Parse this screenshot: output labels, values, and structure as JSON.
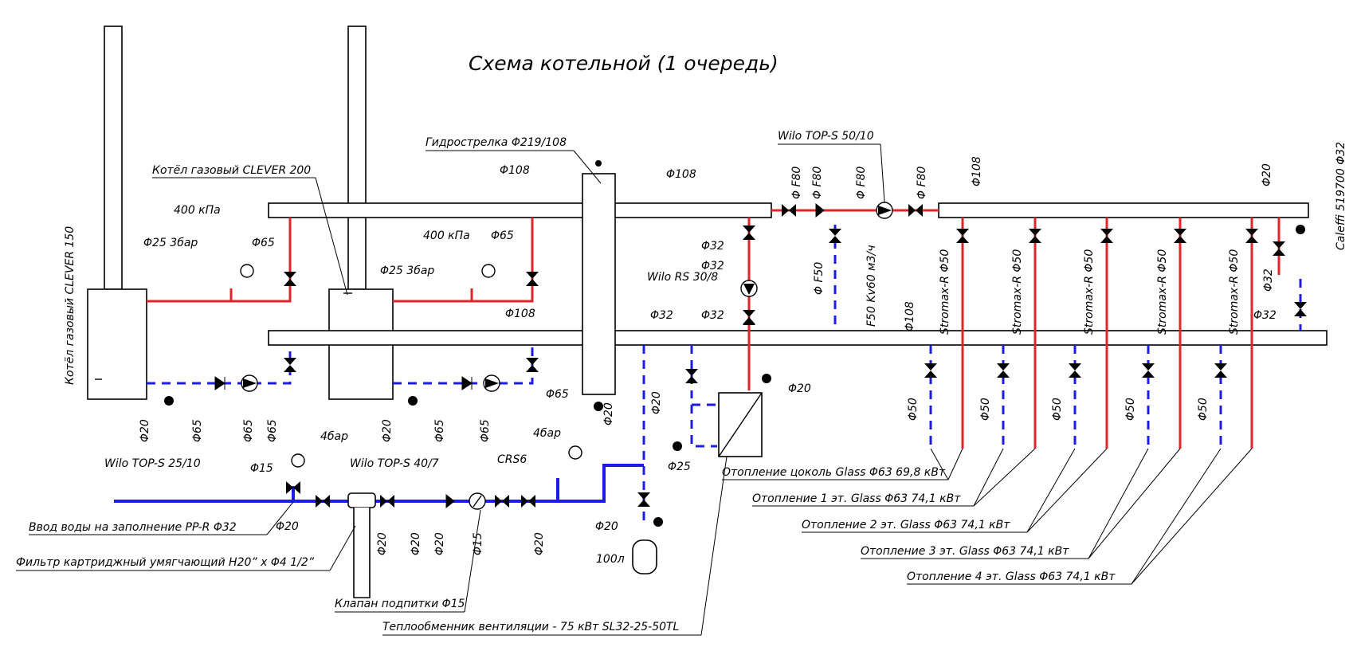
{
  "title": "Схема котельной (1 очередь)",
  "equipment": {
    "boiler_150": "Котёл газовый CLEVER 150",
    "boiler_200": "Котёл газовый CLEVER 200",
    "hydro_separator": "Гидрострелка Φ219/108",
    "pump_top_50": "Wilo TOP-S 50/10",
    "pump_rs": "Wilo RS 30/8",
    "pump_top_25": "Wilo TOP-S 25/10",
    "pump_top_40": "Wilo TOP-S 40/7",
    "caleffi": "Caleffi 519700 Φ32",
    "crs": "CRS6",
    "tank": "100л",
    "water_inlet": "Ввод воды на заполнение PP-R Φ32",
    "filter": "Фильтр картриджный умягчающий H20” x Φ4 1/2”",
    "makeup_valve": "Клапан подпитки Φ15",
    "heat_exchanger": "Теплообменник вентиляции - 75 кВт SL32-25-50TL"
  },
  "pressure": {
    "p400": "400 кПа",
    "p25": "Φ25 3бар",
    "p4": "4бар"
  },
  "diam": {
    "d108": "Φ108",
    "d65": "Φ65",
    "d32": "Φ32",
    "d20": "Φ20",
    "d25": "Φ25",
    "d15": "Φ15",
    "d50": "Φ50",
    "f80": "Φ F80",
    "f50": "Φ F50",
    "f50kv": "F50 Kv60 м3/ч",
    "stromax": "Stromax-R Φ50"
  },
  "circuits": [
    "Отопление цоколь Glass Φ63 69,8 кВт",
    "Отопление 1 эт. Glass Φ63 74,1 кВт",
    "Отопление 2 эт. Glass Φ63 74,1 кВт",
    "Отопление 3 эт. Glass Φ63 74,1 кВт",
    "Отопление 4 эт. Glass Φ63 74,1 кВт"
  ],
  "colors": {
    "supply": "#e0262b",
    "return": "#1c1ce6",
    "line": "#000000"
  }
}
